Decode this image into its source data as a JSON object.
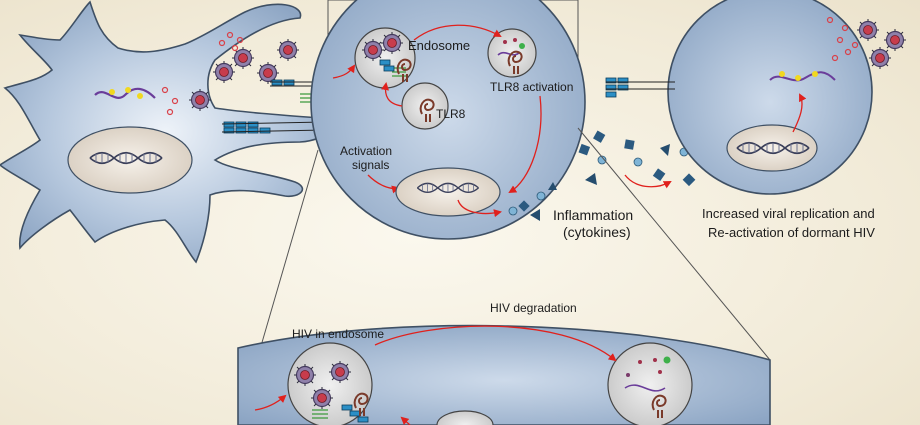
{
  "labels": {
    "endosome": "Endosome",
    "tlr8_activation": "TLR8 activation",
    "tlr8": "TLR8",
    "activation_signals_line1": "Activation",
    "activation_signals_line2": "signals",
    "inflammation_line1": "Inflammation",
    "inflammation_line2": "(cytokines)",
    "replication_line1": "Increased viral replication and",
    "replication_line2": "Re-activation of dormant HIV",
    "hiv_degradation": "HIV degradation",
    "hiv_in_endosome": "HIV in endosome"
  },
  "colors": {
    "cell_fill": "#9fb6d2",
    "cell_stroke": "#3f5064",
    "nucleus_fill": "#e8e0d4",
    "endosome_fill": "#dcdcdc",
    "arrow": "#e0211d",
    "cytokine": "#2e6a8e",
    "virus": "#8b7aa6"
  },
  "icons": [
    "virus-icon",
    "dna-helix-icon",
    "tlr8-receptor-icon",
    "cytokine-triangle-icon",
    "cytokine-square-icon",
    "cytokine-circle-icon"
  ]
}
